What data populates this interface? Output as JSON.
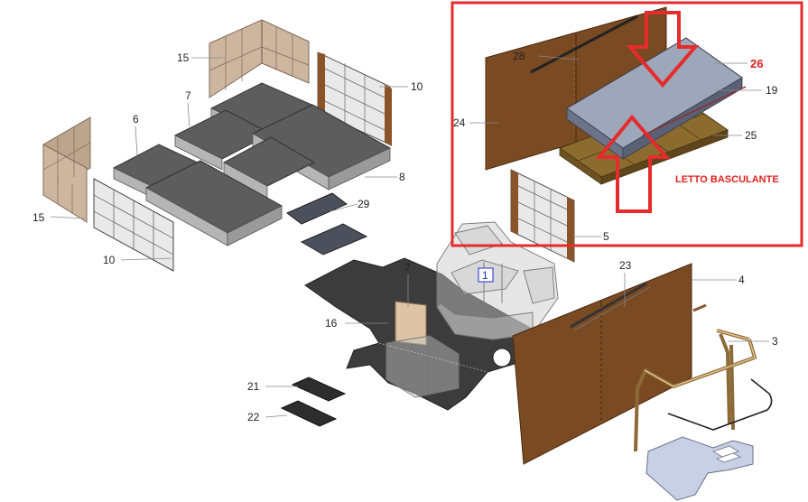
{
  "colors": {
    "highlight_frame": "#e52b2b",
    "wood": "#7a4a22",
    "cushion": "#5b5b5b",
    "cushion_side": "#b8b8b8",
    "lining": "#c9b39e",
    "mat": "#3b3b3b",
    "frame_metal": "#c9a46a",
    "floor_plate": "#c8d0e6",
    "mattress_top": "#9ea6ba",
    "blue_label": "#1a2fd0"
  },
  "callouts": {
    "c1": "1",
    "c2": "2",
    "c3": "3",
    "c4": "4",
    "c5": "5",
    "c6": "6",
    "c7": "7",
    "c8": "8",
    "c10a": "10",
    "c10b": "10",
    "c15a": "15",
    "c15b": "15",
    "c16": "16",
    "c19": "19",
    "c21": "21",
    "c22": "22",
    "c23": "23",
    "c24": "24",
    "c25": "25",
    "c26": "26",
    "c28": "28",
    "c29": "29"
  },
  "highlight_label": "LETTO BASCULANTE"
}
